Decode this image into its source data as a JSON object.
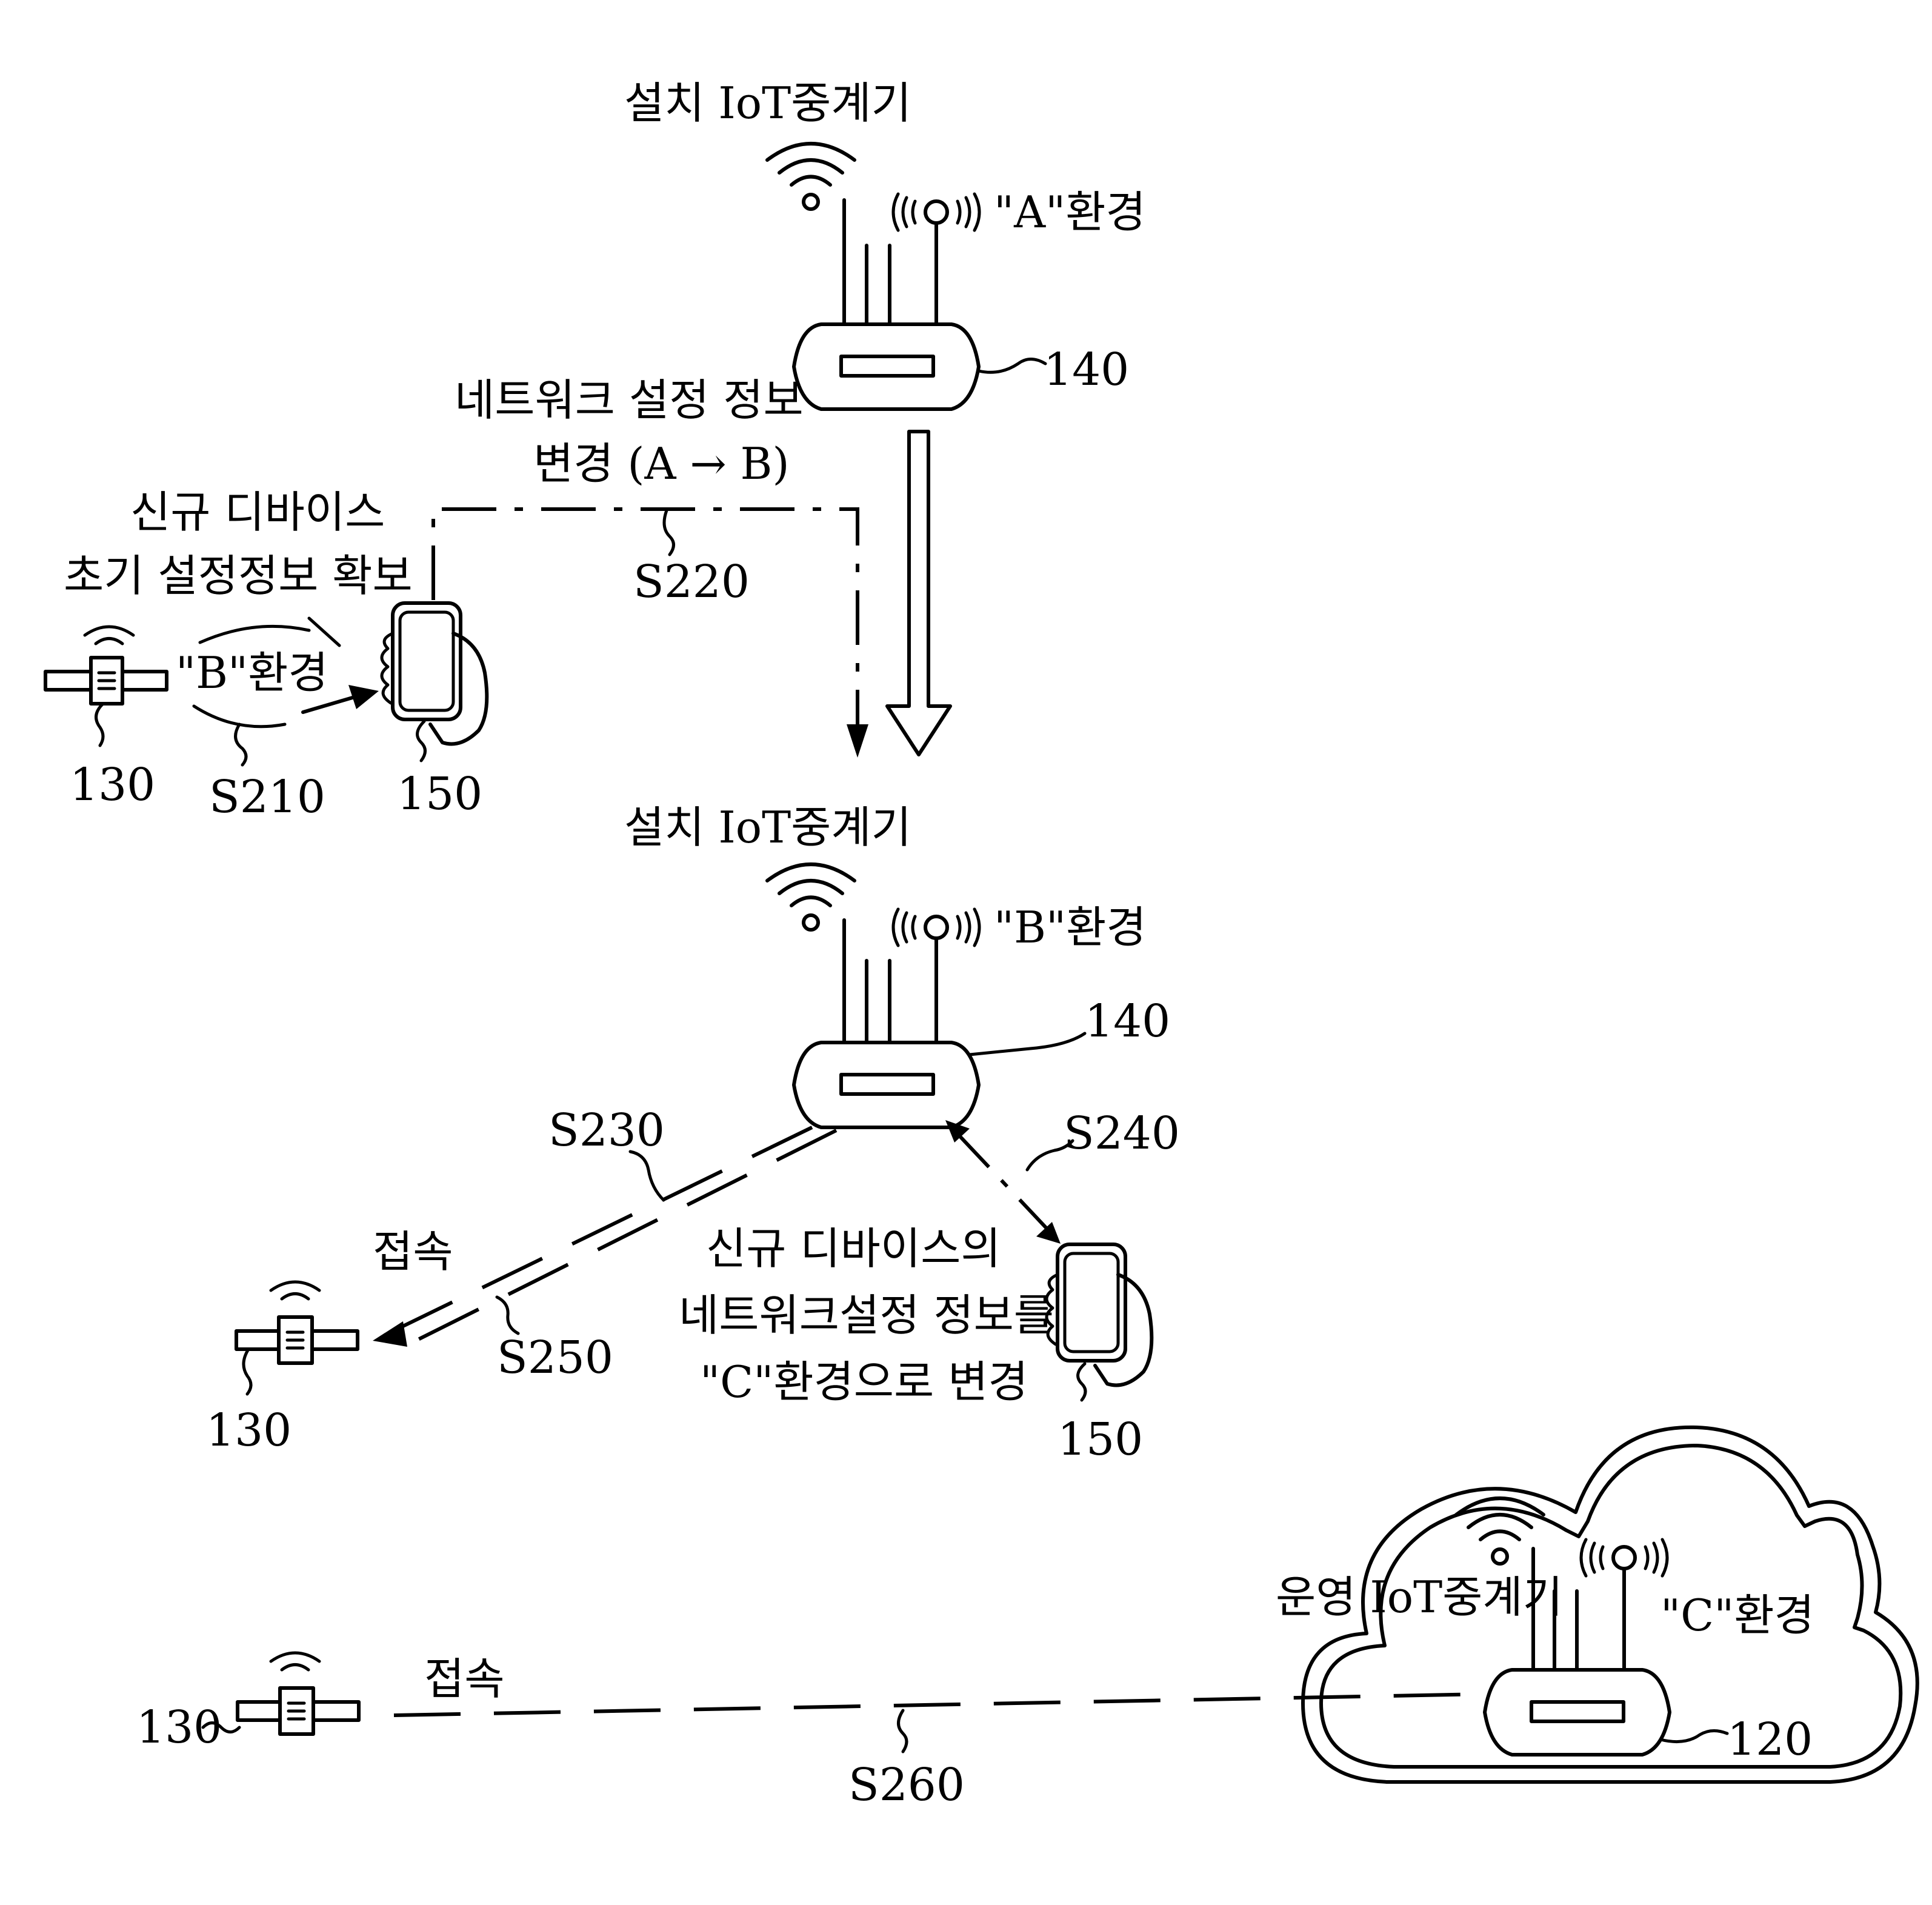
{
  "top_router": {
    "title": "설치 IoT중계기",
    "env_label": "\"A\"환경",
    "ref": "140"
  },
  "change_note": {
    "line1": "네트워크 설정 정보",
    "line2": "변경 (A → B)",
    "step": "S220"
  },
  "new_device_note": {
    "line1": "신규 디바이스",
    "line2": "초기 설정정보 확보"
  },
  "left_device": {
    "env_label": "\"B\"환경",
    "device_ref": "130",
    "step": "S210",
    "phone_ref": "150"
  },
  "middle_router": {
    "title": "설치 IoT중계기",
    "env_label": "\"B\"환경",
    "ref": "140"
  },
  "lower_links": {
    "step_connect": "S230",
    "step_phone": "S240",
    "connect_label": "접속",
    "step_return": "S250",
    "device_ref": "130",
    "phone_ref": "150",
    "change_line1": "신규 디바이스의",
    "change_line2": "네트워크설정 정보를",
    "change_line3": "\"C\"환경으로 변경"
  },
  "cloud": {
    "title": "운영 IoT중계기",
    "env_label": "\"C\"환경",
    "ref": "120"
  },
  "bottom_link": {
    "device_ref": "130",
    "connect_label": "접속",
    "step": "S260"
  }
}
